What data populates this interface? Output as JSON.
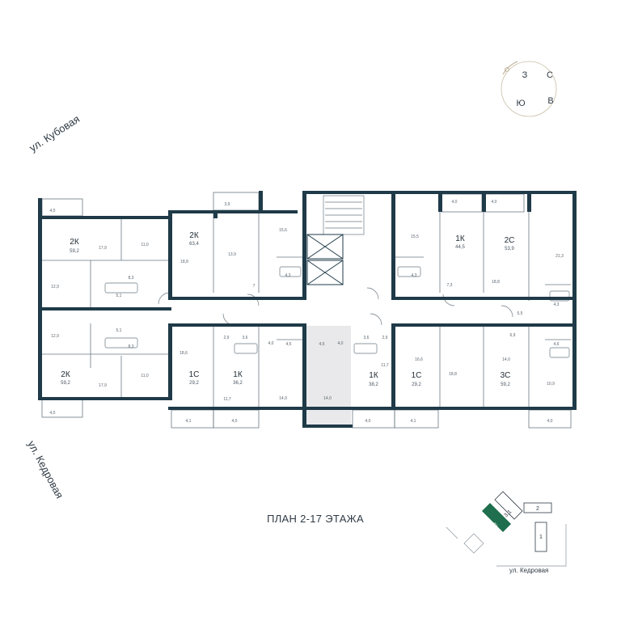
{
  "colors": {
    "wall": "#1f3a48",
    "thin": "#6a7882",
    "highlight": "#e9e9eb",
    "accent": "#1f6e4e",
    "compass": "#b7a98e"
  },
  "streets": {
    "top": "ул. Кубовая",
    "bottom": "ул. Кедровая"
  },
  "plan_title": "ПЛАН 2-17 ЭТАЖА",
  "compass": {
    "north": "С",
    "south": "Ю",
    "west": "З",
    "east": "В"
  },
  "site_plan": {
    "street": "ул. Кедровая",
    "b1": "1",
    "b2": "2",
    "b3": "3.1",
    "b4": "3.2"
  },
  "apartments": [
    {
      "type": "2К",
      "area": "59,2"
    },
    {
      "type": "2К",
      "area": "63,4"
    },
    {
      "type": "1К",
      "area": "44,5"
    },
    {
      "type": "2С",
      "area": "53,9"
    },
    {
      "type": "2К",
      "area": "59,2"
    },
    {
      "type": "1С",
      "area": "29,2"
    },
    {
      "type": "1К",
      "area": "36,2"
    },
    {
      "type": "1К",
      "area": "38,2"
    },
    {
      "type": "1С",
      "area": "29,2"
    },
    {
      "type": "3С",
      "area": "59,2"
    }
  ],
  "rooms": [
    "4,0",
    "17,9",
    "11,0",
    "12,9",
    "8,3",
    "5,1",
    "5,1",
    "8,3",
    "12,9",
    "17,9",
    "11,0",
    "4,0",
    "3,9",
    "18,8",
    "13,9",
    "15,6",
    "4,3",
    "7",
    "15,5",
    "4,3",
    "7,3",
    "4,0",
    "4,0",
    "18,8",
    "21,3",
    "4,3",
    "5,5",
    "18,6",
    "2,9",
    "3,6",
    "4,0",
    "4,5",
    "4,5",
    "4,0",
    "3,6",
    "2,9",
    "16,6",
    "18,8",
    "6,9",
    "14,0",
    "4,6",
    "11,7",
    "14,9",
    "14,0",
    "11,7",
    "10,9",
    "4,1",
    "4,0",
    "4,0",
    "4,1",
    "4,0"
  ]
}
